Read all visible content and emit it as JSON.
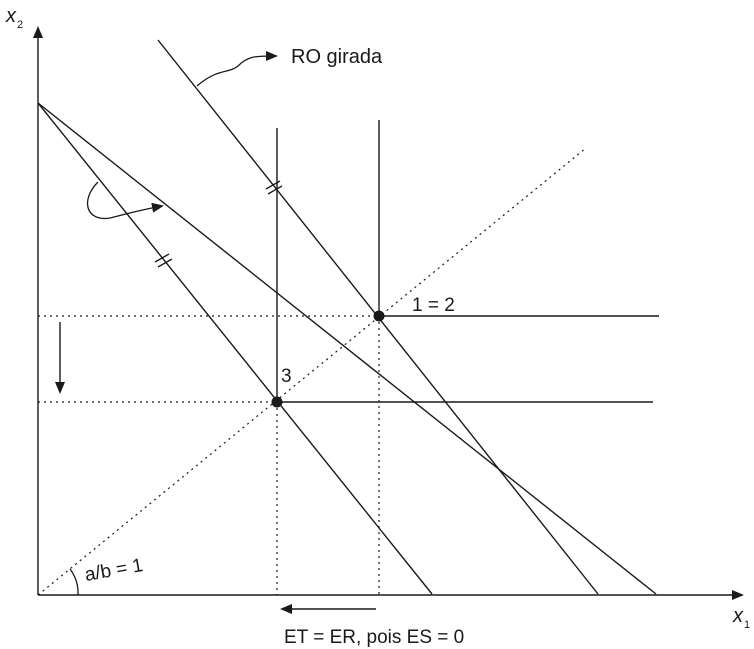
{
  "axes": {
    "y_label": "x",
    "y_sub": "2",
    "x_label": "x",
    "x_sub": "1"
  },
  "labels": {
    "rotated_budget": "RO girada",
    "point_12": "1 = 2",
    "point_3": "3",
    "ratio": "a/b = 1",
    "effect": "ET = ER, pois ES = 0"
  }
}
